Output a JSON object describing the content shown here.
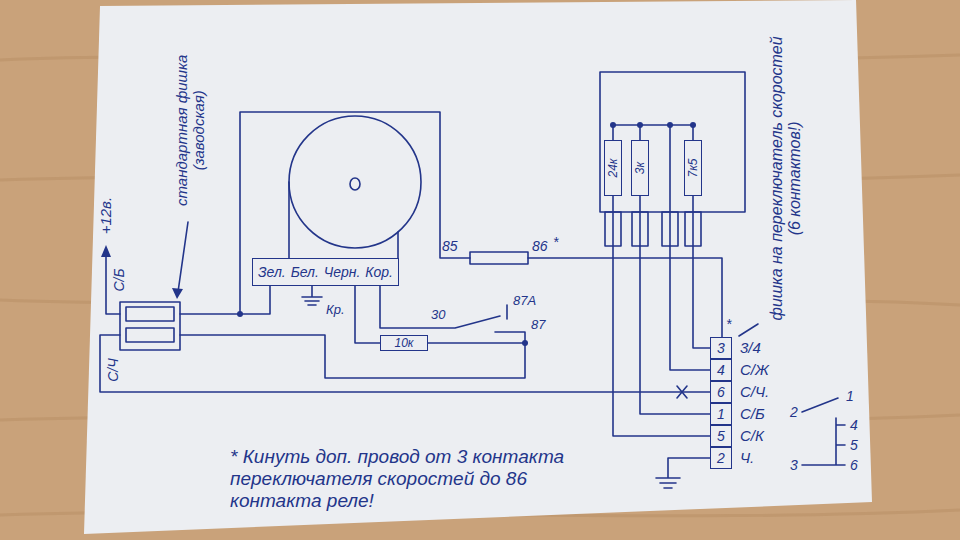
{
  "diagram": {
    "nodes": [
      {
        "text": [
          "Зел.",
          "Бел.",
          "Черн.",
          "Кор."
        ]
      },
      {
        "text": [
          "10к"
        ]
      },
      {
        "text": [
          "24к"
        ]
      },
      {
        "text": [
          "3к"
        ]
      },
      {
        "text": [
          "7к5"
        ]
      },
      {
        "text": [
          "3"
        ]
      },
      {
        "text": [
          "4"
        ]
      },
      {
        "text": [
          "6"
        ]
      },
      {
        "text": [
          "1"
        ]
      },
      {
        "text": [
          "5"
        ]
      },
      {
        "text": [
          "2"
        ]
      }
    ],
    "edges": [
      {
        "from": 0,
        "to": 1,
        "arrow": "none"
      },
      {
        "from": 2,
        "to": 9,
        "arrow": "none"
      },
      {
        "from": 3,
        "to": 8,
        "arrow": "none"
      },
      {
        "from": 4,
        "to": 5,
        "arrow": "none"
      }
    ],
    "labels": [
      "+12в.",
      "С/Б",
      "С/Ч",
      "стандартная фишка (заводская)",
      "Кр.",
      "85",
      "86",
      "*",
      "30",
      "87А",
      "87",
      "фишка на переключатель скоростей (6 контактов!)",
      "*",
      "3/4",
      "С/Ж",
      "С/Ч.",
      "С/Б",
      "С/К",
      "Ч.",
      "2",
      "1",
      "4",
      "5",
      "6",
      "3",
      "* Кинуть доп. провод от 3 контакта переключателя скоростей до 86 контакта реле!"
    ]
  }
}
